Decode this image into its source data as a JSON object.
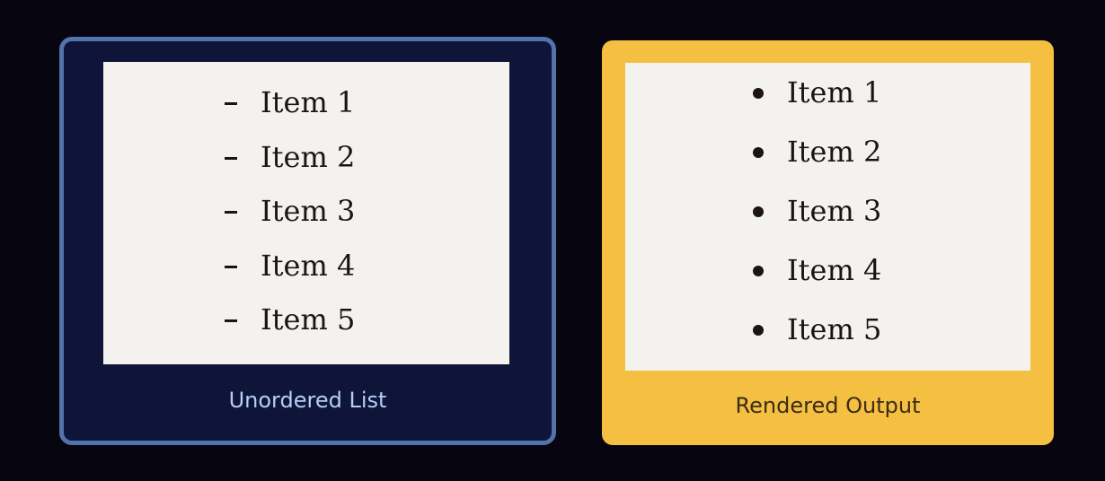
{
  "left_card": {
    "items": [
      {
        "label": "Item 1"
      },
      {
        "label": "Item 2"
      },
      {
        "label": "Item 3"
      },
      {
        "label": "Item 4"
      },
      {
        "label": "Item 5"
      }
    ],
    "caption": "Unordered List",
    "marker": "dash",
    "colors": {
      "background": "#0e1538",
      "border": "#5273ab",
      "caption": "#b7cdf6"
    }
  },
  "right_card": {
    "items": [
      {
        "label": "Item 1"
      },
      {
        "label": "Item 2"
      },
      {
        "label": "Item 3"
      },
      {
        "label": "Item 4"
      },
      {
        "label": "Item 5"
      }
    ],
    "caption": "Rendered Output",
    "marker": "bullet",
    "colors": {
      "background": "#f5bf41",
      "caption": "#3a2d17"
    }
  }
}
